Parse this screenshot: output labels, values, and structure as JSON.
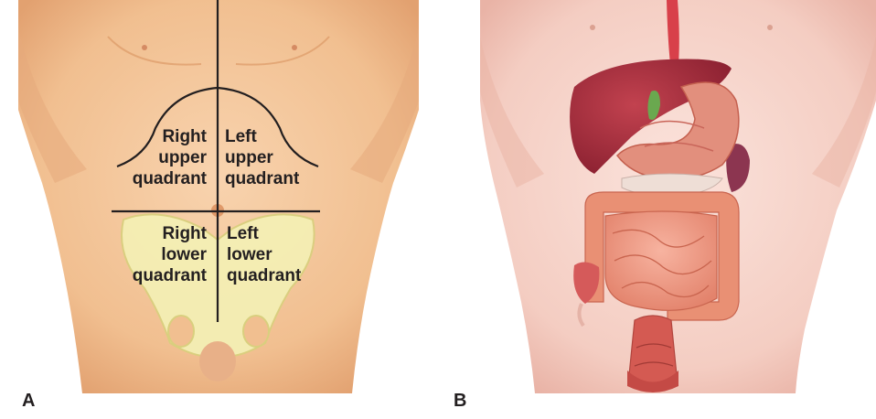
{
  "panels": {
    "a": {
      "letter": "A",
      "quadrants": {
        "right_upper": [
          "Right",
          "upper",
          "quadrant"
        ],
        "left_upper": [
          "Left",
          "upper",
          "quadrant"
        ],
        "right_lower": [
          "Right",
          "lower",
          "quadrant"
        ],
        "left_lower": [
          "Left",
          "lower",
          "quadrant"
        ]
      }
    },
    "b": {
      "letter": "B"
    }
  },
  "colors": {
    "skin": "#f5c9a0",
    "skin_shadow": "#e4a777",
    "bone": "#f3eeb0",
    "line": "#231f20",
    "liver": "#a8303e",
    "stomach": "#e48c7c",
    "intestine": "#ef9c88",
    "colon": "#e99074"
  }
}
